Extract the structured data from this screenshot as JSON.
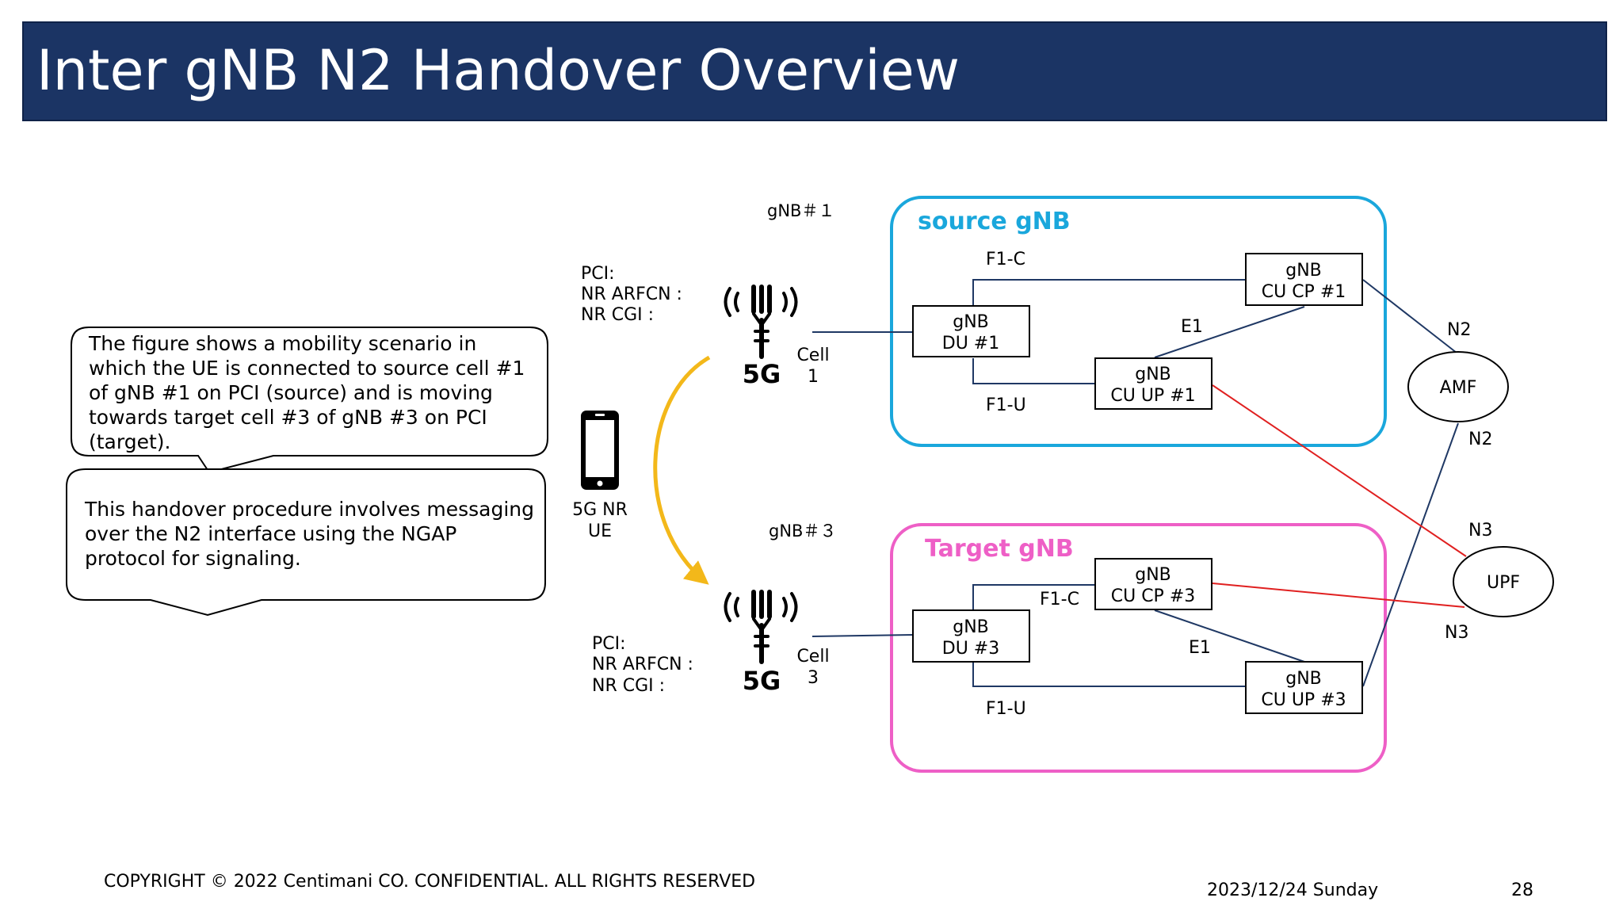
{
  "title": "Inter gNB N2 Handover Overview",
  "callouts": {
    "scenario": "The figure shows a mobility scenario in which the UE is connected to source cell #1 of gNB #1 on PCI (source) and is moving towards target cell #3 of gNB #3 on PCI (target).",
    "signaling": "This handover procedure involves messaging over the N2 interface using the NGAP protocol for signaling."
  },
  "ue": {
    "label_line1": "5G NR",
    "label_line2": "UE"
  },
  "gnb1": {
    "name": "gNB＃１",
    "pci": "PCI:",
    "arfcn": "NR ARFCN :",
    "cgi": "NR CGI :",
    "cell_line1": "Cell",
    "cell_line2": "1",
    "badge": "5G"
  },
  "gnb3": {
    "name": "gNB＃３",
    "pci": "PCI:",
    "arfcn": "NR ARFCN :",
    "cgi": "NR CGI :",
    "cell_line1": "Cell",
    "cell_line2": "3",
    "badge": "5G"
  },
  "source_gnb": {
    "title": "source gNB",
    "du": {
      "line1": "gNB",
      "line2": "DU #1"
    },
    "cu_cp": {
      "line1": "gNB",
      "line2": "CU CP #1"
    },
    "cu_up": {
      "line1": "gNB",
      "line2": "CU UP #1"
    },
    "f1c": "F1-C",
    "f1u": "F1-U",
    "e1": "E1"
  },
  "target_gnb": {
    "title": "Target gNB",
    "du": {
      "line1": "gNB",
      "line2": "DU #3"
    },
    "cu_cp": {
      "line1": "gNB",
      "line2": "CU CP #3"
    },
    "cu_up": {
      "line1": "gNB",
      "line2": "CU UP #3"
    },
    "f1c": "F1-C",
    "f1u": "F1-U",
    "e1": "E1"
  },
  "core": {
    "amf": "AMF",
    "upf": "UPF",
    "n2_top": "N2",
    "n2_bottom": "N2",
    "n3_top": "N3",
    "n3_bottom": "N3"
  },
  "colors": {
    "title_bar": "#1b3464",
    "source_box": "#1aa7dc",
    "target_box": "#ee5fc6",
    "link": "#1f3864",
    "user_plane": "#e02020",
    "handover_arrow": "#f3b81a"
  },
  "footer": {
    "copyright": "COPYRIGHT © 2022 Centimani CO. CONFIDENTIAL. ALL RIGHTS RESERVED",
    "date": "2023/12/24 Sunday",
    "page": "28"
  }
}
